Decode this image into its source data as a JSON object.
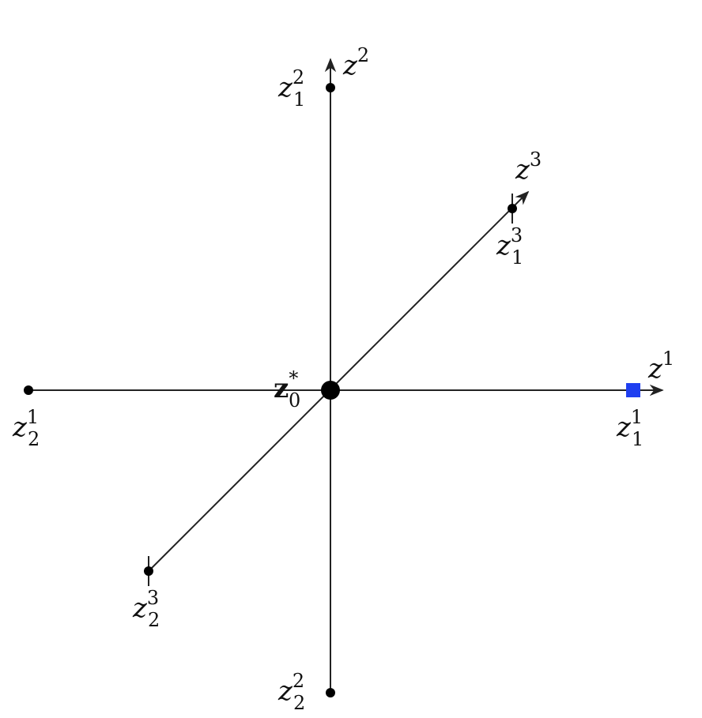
{
  "diagram": {
    "axes": [
      {
        "id": "z1",
        "base": "z",
        "sup": "1"
      },
      {
        "id": "z2",
        "base": "z",
        "sup": "2"
      },
      {
        "id": "z3",
        "base": "z",
        "sup": "3"
      }
    ],
    "origin": {
      "base": "z",
      "sub": "0",
      "sup": "*"
    },
    "points": [
      {
        "id": "z1_1",
        "base": "z",
        "sub": "1",
        "sup": "1",
        "marker": "square"
      },
      {
        "id": "z2_1",
        "base": "z",
        "sub": "2",
        "sup": "1",
        "marker": "dot"
      },
      {
        "id": "z1_2",
        "base": "z",
        "sub": "1",
        "sup": "2",
        "marker": "dot"
      },
      {
        "id": "z2_2",
        "base": "z",
        "sub": "2",
        "sup": "2",
        "marker": "dot"
      },
      {
        "id": "z1_3",
        "base": "z",
        "sub": "1",
        "sup": "3",
        "marker": "dot"
      },
      {
        "id": "z2_3",
        "base": "z",
        "sub": "2",
        "sup": "3",
        "marker": "dot"
      }
    ],
    "colors": {
      "line": "#222222",
      "dot": "#000000",
      "highlight_square": "#1f3ff0"
    }
  }
}
